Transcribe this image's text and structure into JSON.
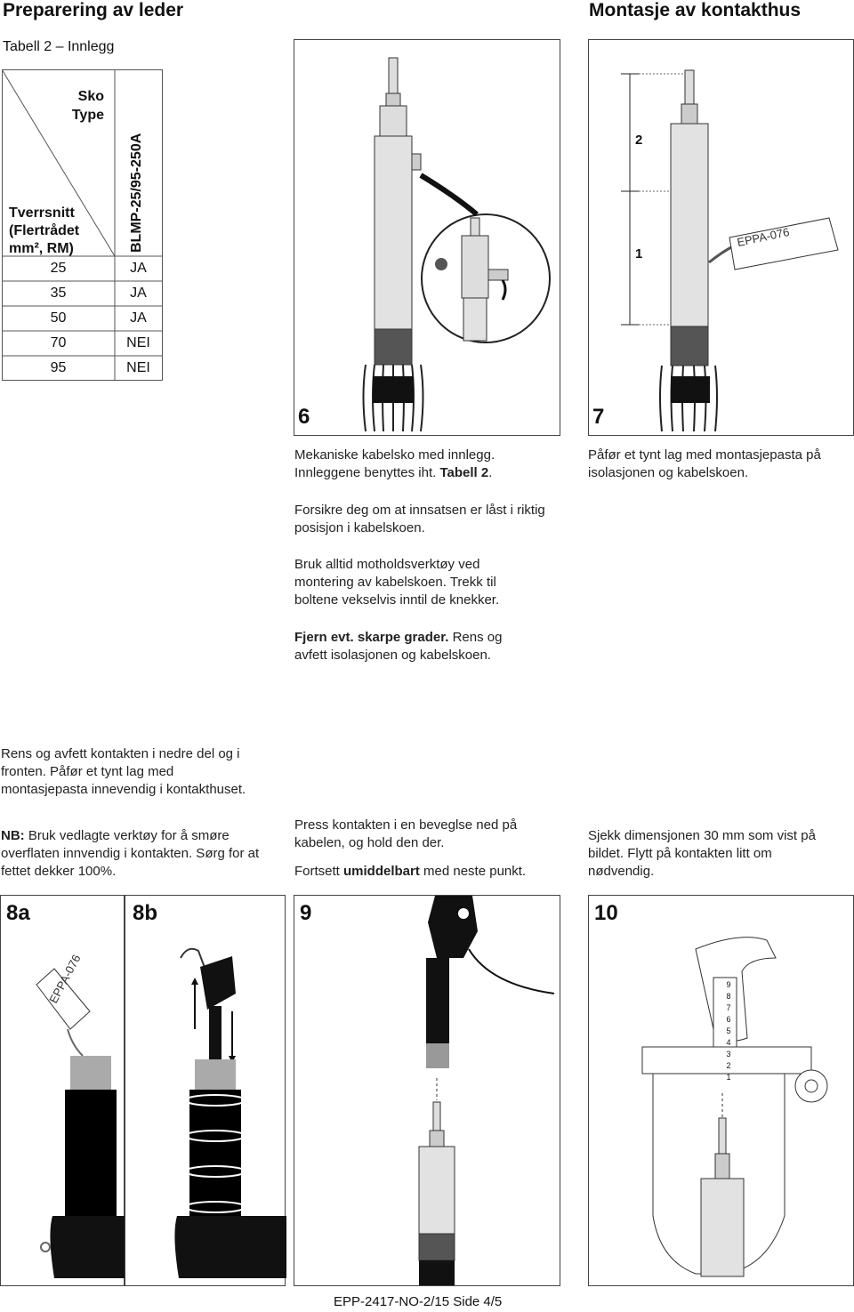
{
  "header": {
    "left_title": "Preparering av leder",
    "right_title": "Montasje av kontakthus"
  },
  "table": {
    "caption": "Tabell 2 – Innlegg",
    "col_header_top": "Sko\nType",
    "row_header": "Tverrsnitt\n(Flertrådet\nmm², RM)",
    "type_label": "BLMP-25/95-250A",
    "rows": [
      {
        "size": "25",
        "value": "JA"
      },
      {
        "size": "35",
        "value": "JA"
      },
      {
        "size": "50",
        "value": "JA"
      },
      {
        "size": "70",
        "value": "NEI"
      },
      {
        "size": "95",
        "value": "NEI"
      }
    ]
  },
  "step6": {
    "number": "6",
    "p1_line1": "Mekaniske kabelsko med innlegg.",
    "p1_line2a": "Innleggene benyttes iht. ",
    "p1_line2b": "Tabell 2",
    "p1_line2c": ".",
    "p2": "Forsikre deg om at innsatsen er låst i riktig posisjon i kabelskoen.",
    "p3": "Bruk alltid motholdsverktøy ved montering av kabelskoen. Trekk til boltene vekselvis inntil de knekker.",
    "p4_bold": "Fjern evt. skarpe grader.",
    "p4_rest": " Rens og avfett isolasjonen og kabelskoen."
  },
  "step7": {
    "number": "7",
    "text": "Påfør et tynt lag med montasjepasta på isolasjonen og kabelskoen.",
    "dim_top": "2",
    "dim_bottom": "1",
    "tube_label": "EPPA-076"
  },
  "step8": {
    "number_a": "8a",
    "number_b": "8b",
    "p1": "Rens og avfett kontakten i nedre del og i fronten. Påfør et tynt lag med montasjepasta innevendig i kontakthuset.",
    "nb_bold": "NB:",
    "nb_rest": " Bruk vedlagte verktøy for å smøre overflaten innvendig i kontakten. Sørg for at fettet dekker 100%.",
    "tube_label": "EPPA-076"
  },
  "step9": {
    "number": "9",
    "p1": "Press kontakten i en beveglse ned på kabelen, og hold den der.",
    "p2a": "Fortsett ",
    "p2b": "umiddelbart",
    "p2c": " med neste punkt."
  },
  "step10": {
    "number": "10",
    "text": "Sjekk dimensjonen 30 mm som vist på bildet. Flytt på kontakten litt om nødvendig.",
    "ruler": [
      "1",
      "2",
      "3",
      "4",
      "5",
      "6",
      "7",
      "8",
      "9"
    ]
  },
  "footer": {
    "doc_id": "EPP-2417-NO-2/15 Side 4/5"
  }
}
